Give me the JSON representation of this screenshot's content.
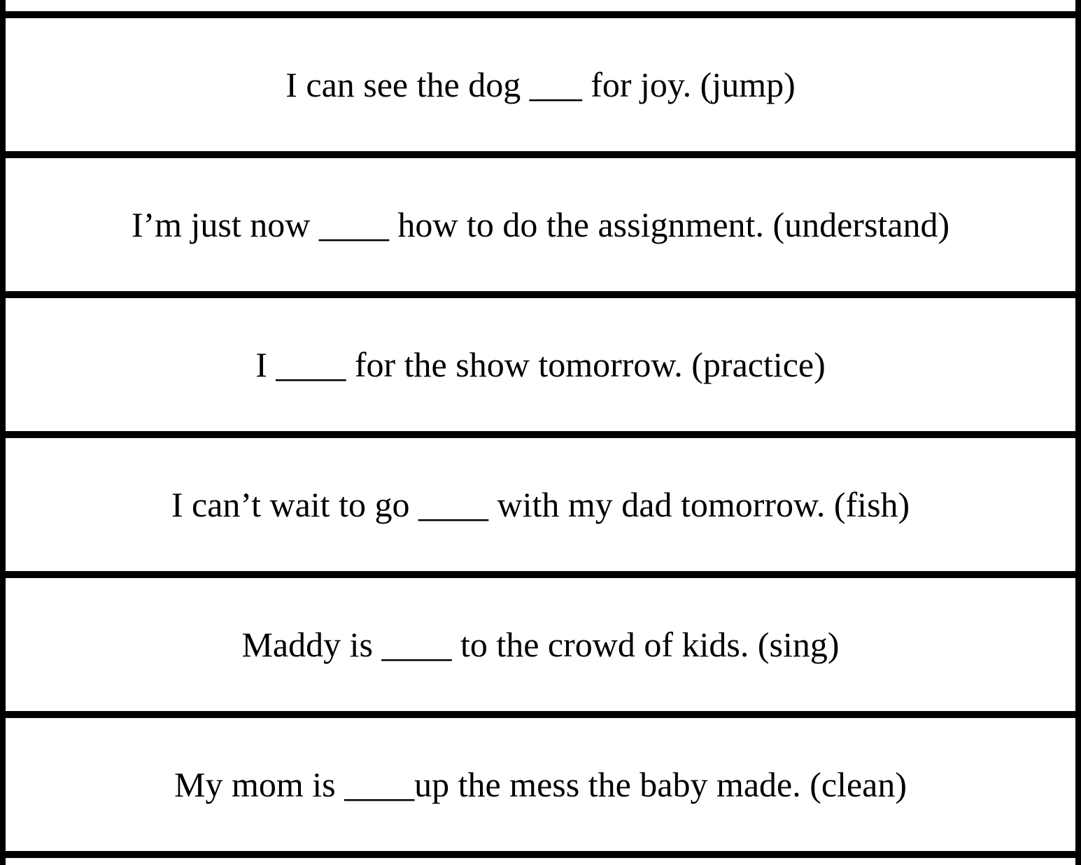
{
  "document": {
    "kind": "fill-in-the-blank-worksheet-table",
    "colors": {
      "background": "#ffffff",
      "border": "#000000",
      "text": "#000000"
    }
  },
  "rows": [
    {
      "text": "I can see the dog ___ for joy. (jump)"
    },
    {
      "text": "I’m just now ____ how to do the assignment. (understand)"
    },
    {
      "text": "I ____ for the show tomorrow. (practice)"
    },
    {
      "text": "I can’t wait to go ____ with my dad tomorrow. (fish)"
    },
    {
      "text": "Maddy is ____ to the crowd of kids. (sing)"
    },
    {
      "text": "My mom is ____up the mess the baby made. (clean)"
    }
  ]
}
